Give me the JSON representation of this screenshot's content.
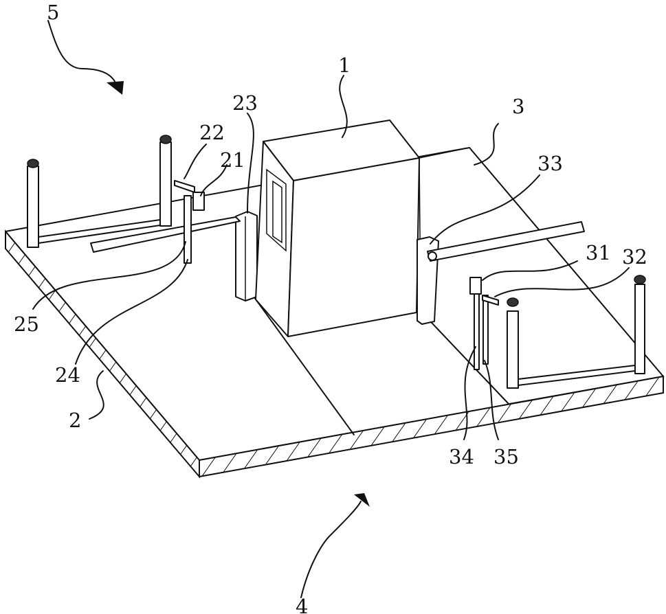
{
  "labels": {
    "l1": "1",
    "l2": "2",
    "l3": "3",
    "l4": "4",
    "l5": "5",
    "l21": "21",
    "l22": "22",
    "l23": "23",
    "l24": "24",
    "l25": "25",
    "l31": "31",
    "l32": "32",
    "l33": "33",
    "l34": "34",
    "l35": "35"
  },
  "colors": {
    "line": "#111111",
    "background": "#ffffff"
  }
}
